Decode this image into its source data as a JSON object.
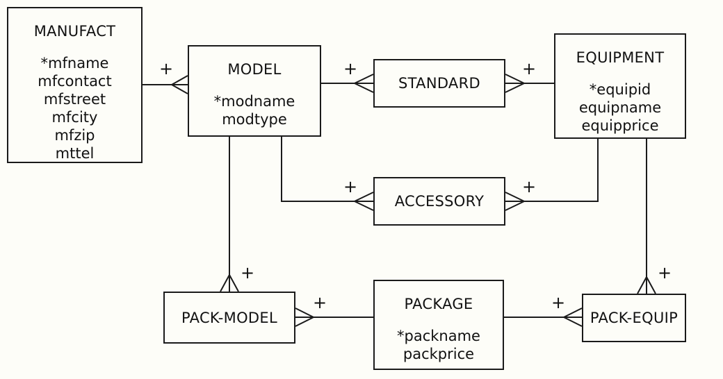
{
  "diagram": {
    "type": "entity-relationship",
    "entities": {
      "manufact": {
        "name": "MANUFACT",
        "attributes": [
          "*mfname",
          "mfcontact",
          "mfstreet",
          "mfcity",
          "mfzip",
          "mttel"
        ]
      },
      "model": {
        "name": "MODEL",
        "attributes": [
          "*modname",
          "modtype"
        ]
      },
      "standard": {
        "name": "STANDARD",
        "attributes": []
      },
      "equipment": {
        "name": "EQUIPMENT",
        "attributes": [
          "*equipid",
          "equipname",
          "equipprice"
        ]
      },
      "accessory": {
        "name": "ACCESSORY",
        "attributes": []
      },
      "pack_model": {
        "name": "PACK-MODEL",
        "attributes": []
      },
      "package": {
        "name": "PACKAGE",
        "attributes": [
          "*packname",
          "packprice"
        ]
      },
      "pack_equip": {
        "name": "PACK-EQUIP",
        "attributes": []
      }
    },
    "relationships": [
      {
        "from": "MANUFACT",
        "to": "MODEL",
        "cardinality": "+",
        "crow_foot_at": "MODEL"
      },
      {
        "from": "MODEL",
        "to": "STANDARD",
        "cardinality": "+",
        "crow_foot_at": "STANDARD"
      },
      {
        "from": "EQUIPMENT",
        "to": "STANDARD",
        "cardinality": "+",
        "crow_foot_at": "STANDARD"
      },
      {
        "from": "MODEL",
        "to": "ACCESSORY",
        "cardinality": "+",
        "crow_foot_at": "ACCESSORY"
      },
      {
        "from": "EQUIPMENT",
        "to": "ACCESSORY",
        "cardinality": "+",
        "crow_foot_at": "ACCESSORY"
      },
      {
        "from": "MODEL",
        "to": "PACK-MODEL",
        "cardinality": "+",
        "crow_foot_at": "PACK-MODEL"
      },
      {
        "from": "PACKAGE",
        "to": "PACK-MODEL",
        "cardinality": "+",
        "crow_foot_at": "PACK-MODEL"
      },
      {
        "from": "PACKAGE",
        "to": "PACK-EQUIP",
        "cardinality": "+",
        "crow_foot_at": "PACK-EQUIP"
      },
      {
        "from": "EQUIPMENT",
        "to": "PACK-EQUIP",
        "cardinality": "+",
        "crow_foot_at": "PACK-EQUIP"
      }
    ],
    "colors": {
      "line": "#1a1a1a",
      "box_border": "#1a1a1a",
      "box_fill": "#fdfdf8",
      "text": "#111111",
      "background": "#fdfdf8"
    }
  }
}
